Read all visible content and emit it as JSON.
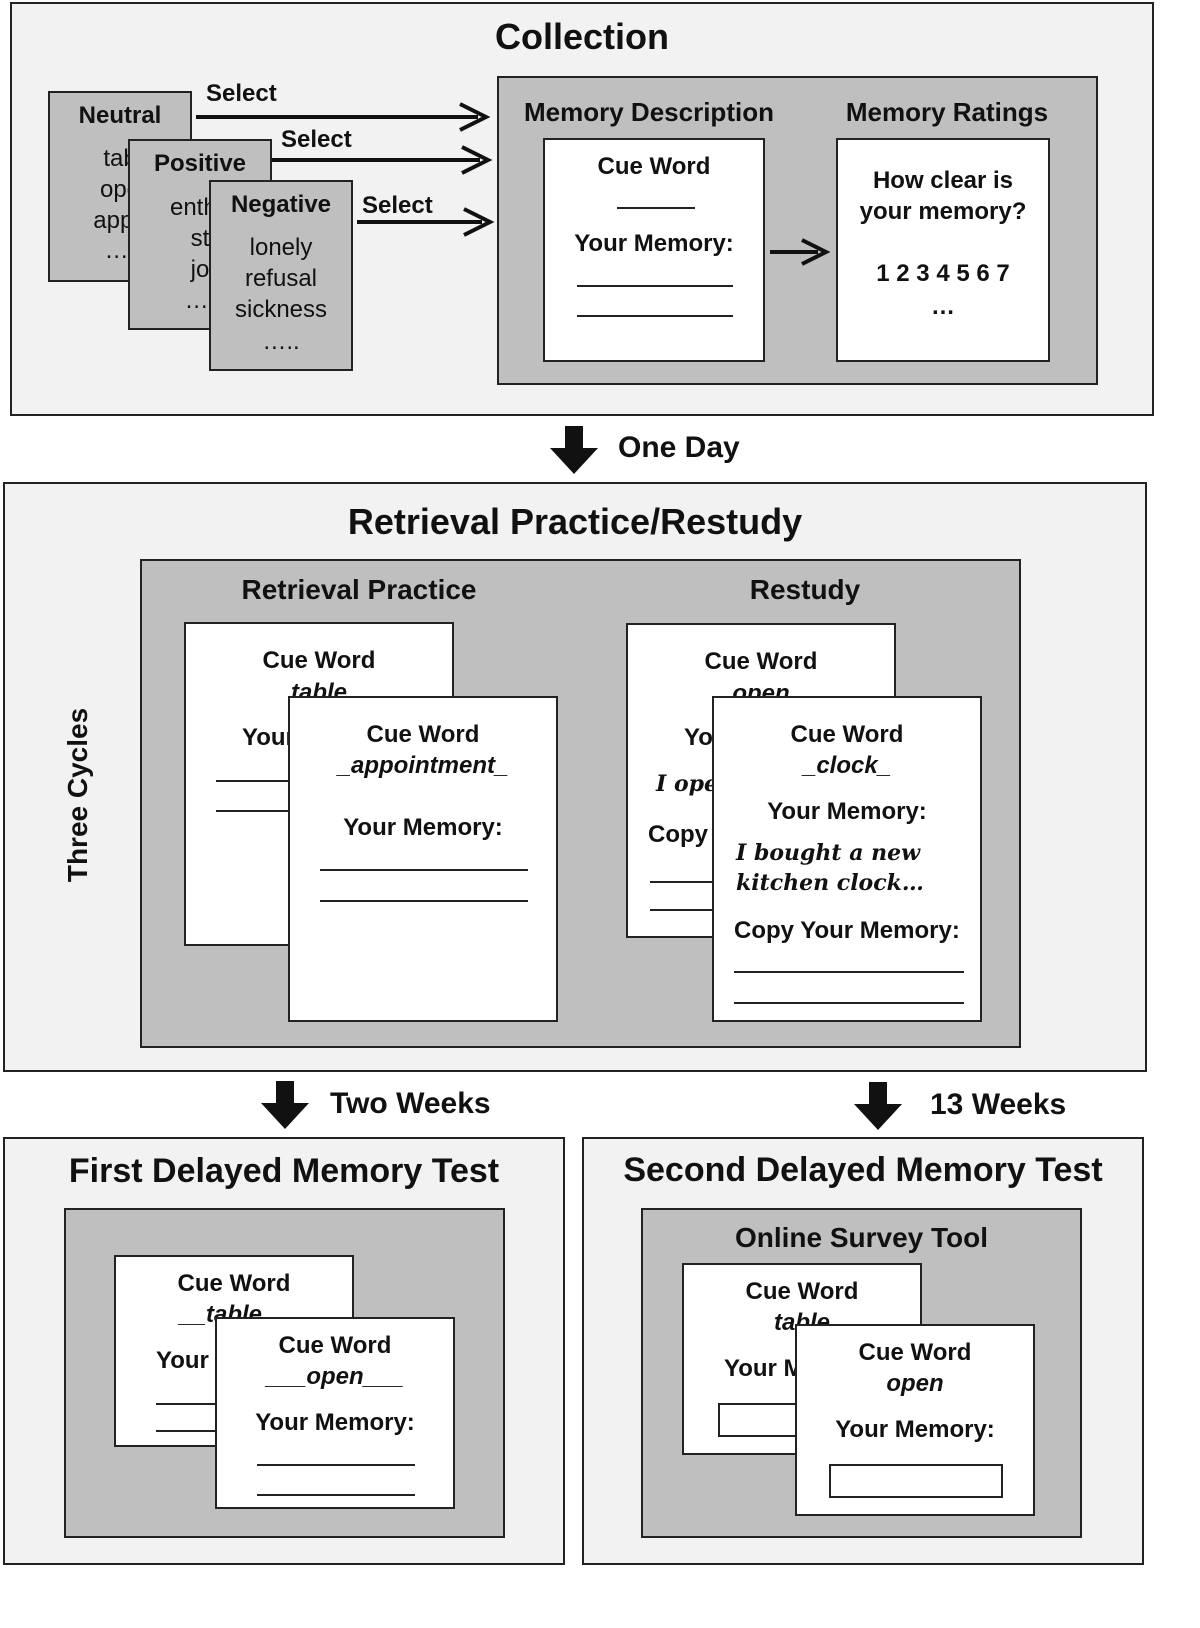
{
  "collection": {
    "title": "Collection",
    "select_label": "Select",
    "neutral": {
      "label": "Neutral",
      "words": [
        "tab",
        "ope",
        "appo",
        "…."
      ]
    },
    "positive": {
      "label": "Positive",
      "words": [
        "enthu",
        "st",
        "jo",
        "…."
      ]
    },
    "negative": {
      "label": "Negative",
      "words": [
        "lonely",
        "refusal",
        "sickness",
        "….."
      ]
    },
    "memory_description": {
      "title": "Memory Description",
      "cue": "Cue Word",
      "your_memory": "Your Memory:"
    },
    "memory_ratings": {
      "title": "Memory Ratings",
      "question_1": "How clear is",
      "question_2": "your memory?",
      "scale": "1 2 3 4 5 6 7",
      "more": "…"
    }
  },
  "one_day": "One Day",
  "retrieval": {
    "title": "Retrieval Practice/Restudy",
    "side_label": "Three Cycles",
    "rp_title": "Retrieval Practice",
    "rs_title": "Restudy",
    "cue": "Cue Word",
    "your_memory": "Your Memory:",
    "your_partial": "Your",
    "you_partial": "Yo",
    "copy_partial": "Copy y",
    "copy_memory": "Copy Your Memory:",
    "rp_back_word": "table",
    "rp_front_word": "appointment",
    "rs_back_word": "open",
    "rs_back_hand": "I ope",
    "rs_front_word": "clock",
    "rs_front_hand_1": "I bought a new",
    "rs_front_hand_2": "kitchen clock…"
  },
  "two_weeks": "Two Weeks",
  "thirteen_weeks": "13 Weeks",
  "first_test": {
    "title": "First Delayed Memory Test",
    "cue": "Cue Word",
    "back_word": "table",
    "back_partial": "Your I",
    "front_word": "open",
    "your_memory": "Your Memory:"
  },
  "second_test": {
    "title": "Second Delayed Memory Test",
    "tool": "Online Survey Tool",
    "cue": "Cue Word",
    "back_word": "table",
    "back_partial": "Your M",
    "front_word": "open",
    "your_memory": "Your Memory:"
  }
}
